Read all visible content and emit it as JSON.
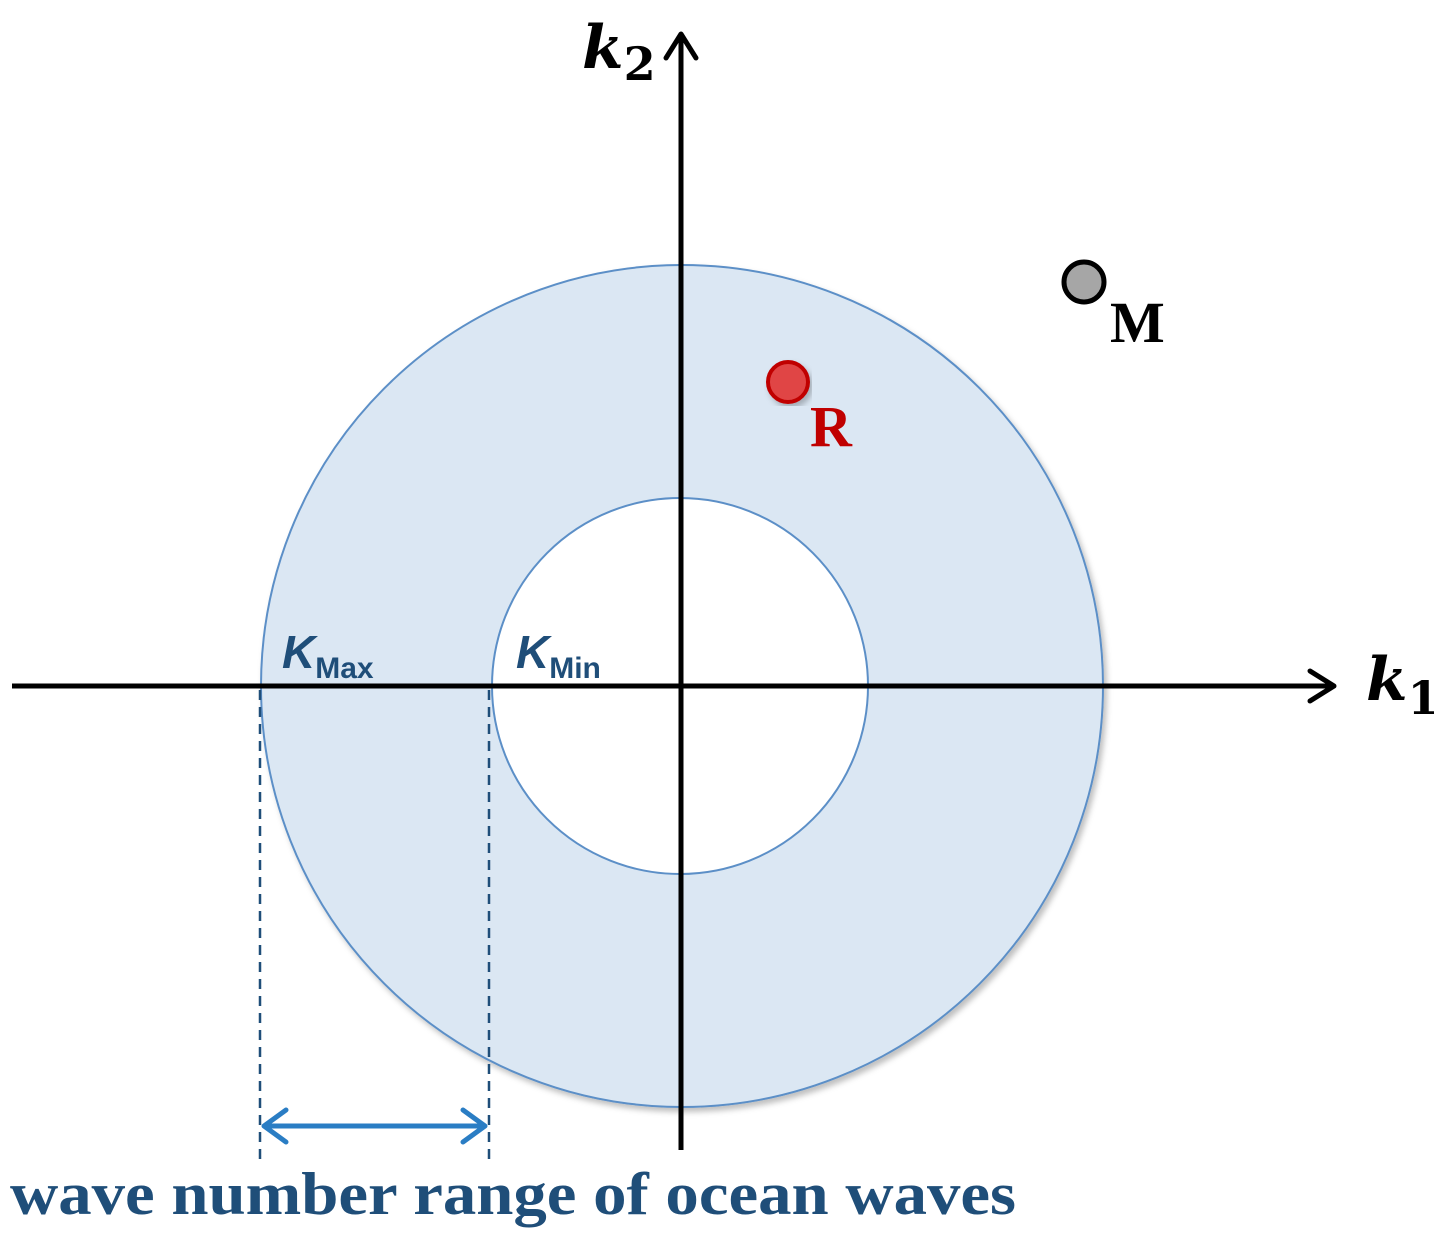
{
  "axes": {
    "horizontal": {
      "symbol": "k",
      "subscript": "1"
    },
    "vertical": {
      "symbol": "k",
      "subscript": "2"
    }
  },
  "annulus": {
    "outer_label": {
      "symbol": "K",
      "subscript": "Max"
    },
    "inner_label": {
      "symbol": "K",
      "subscript": "Min"
    }
  },
  "points": {
    "r": {
      "label": "R"
    },
    "m": {
      "label": "M"
    }
  },
  "range_caption": "wave number range of ocean waves",
  "colors": {
    "annulus_fill": "#dbe7f3",
    "annulus_stroke": "#5b8fc7",
    "axis": "#000000",
    "k_label": "#1f4e79",
    "range_arrow": "#2a7dc4",
    "dashed_line": "#1f4e79",
    "point_r_fill": "#e04545",
    "point_r_stroke": "#c00000",
    "point_r_label": "#c00000",
    "point_m_fill": "#a6a6a6",
    "point_m_stroke": "#000000",
    "point_m_label": "#000000",
    "caption": "#1f4e79"
  }
}
